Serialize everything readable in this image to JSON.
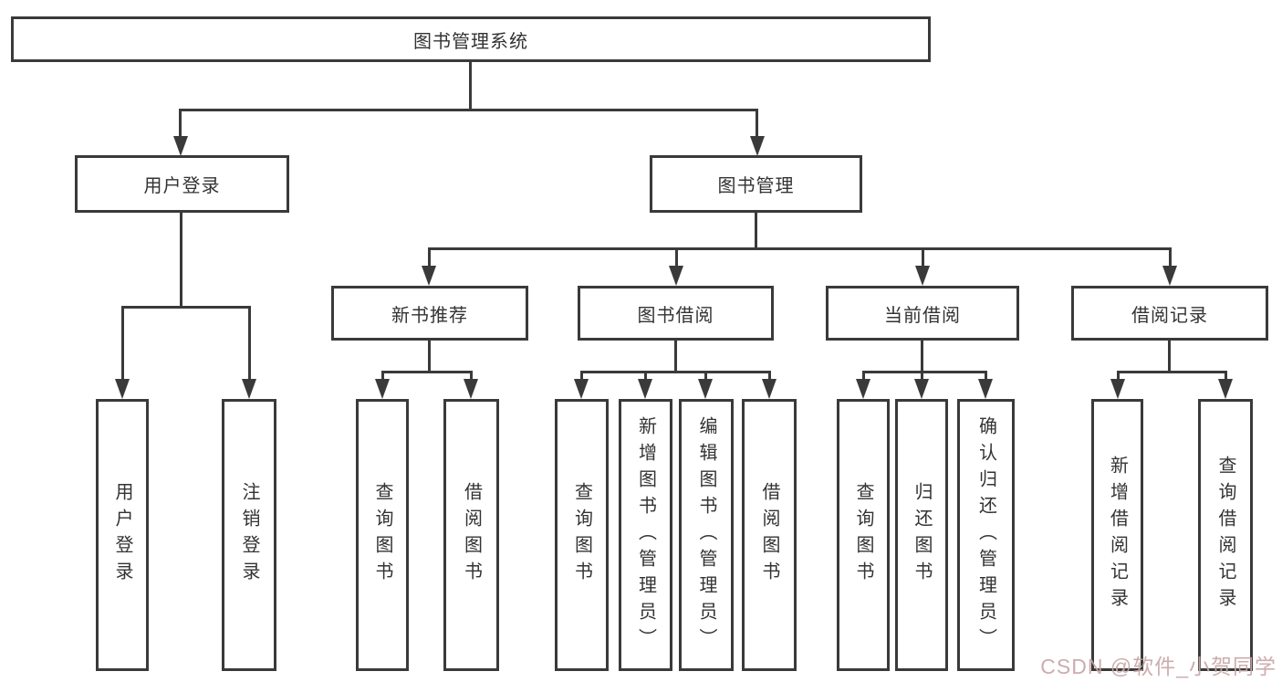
{
  "tree": {
    "label": "图书管理系统",
    "children": [
      {
        "label": "用户登录",
        "children": [
          {
            "label": "用户登录"
          },
          {
            "label": "注销登录"
          }
        ]
      },
      {
        "label": "图书管理",
        "children": [
          {
            "label": "新书推荐",
            "children": [
              {
                "label": "查询图书"
              },
              {
                "label": "借阅图书"
              }
            ]
          },
          {
            "label": "图书借阅",
            "children": [
              {
                "label": "查询图书"
              },
              {
                "label": "新增图书（管理员）"
              },
              {
                "label": "编辑图书（管理员）"
              },
              {
                "label": "借阅图书"
              }
            ]
          },
          {
            "label": "当前借阅",
            "children": [
              {
                "label": "查询图书"
              },
              {
                "label": "归还图书"
              },
              {
                "label": "确认归还（管理员）"
              }
            ]
          },
          {
            "label": "借阅记录",
            "children": [
              {
                "label": "新增借阅记录"
              },
              {
                "label": "查询借阅记录"
              }
            ]
          }
        ]
      }
    ]
  },
  "watermark": {
    "text": "CSDN @软件_小贺同学",
    "color": "#c9a6a6"
  },
  "colors": {
    "line": "#3a3a3a",
    "text": "#333333",
    "background": "#ffffff"
  }
}
